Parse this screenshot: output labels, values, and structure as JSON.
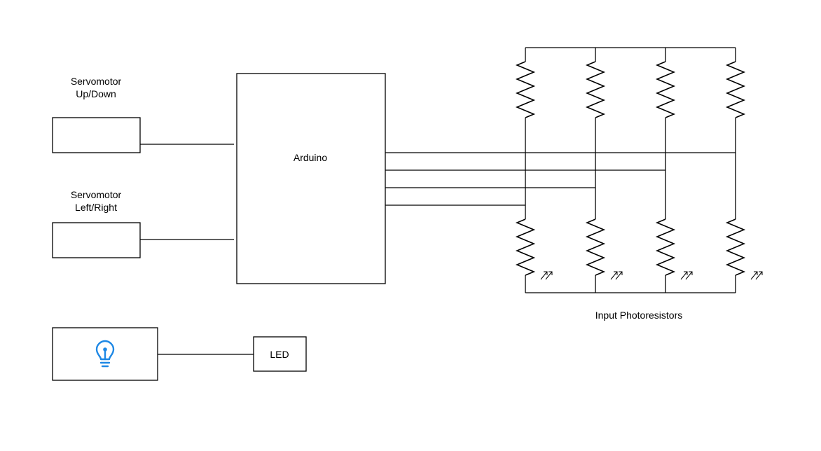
{
  "labels": {
    "servo_updown_line1": "Servomotor",
    "servo_updown_line2": "Up/Down",
    "servo_leftright_line1": "Servomotor",
    "servo_leftright_line2": "Left/Right",
    "arduino": "Arduino",
    "photoresistors": "Input Photoresistors",
    "led": "LED"
  },
  "icons": {
    "bulb": "lightbulb-icon",
    "light_arrows": "incident-light-arrows-icon"
  },
  "colors": {
    "bulb_accent": "#1e88e5",
    "line": "#000000"
  }
}
